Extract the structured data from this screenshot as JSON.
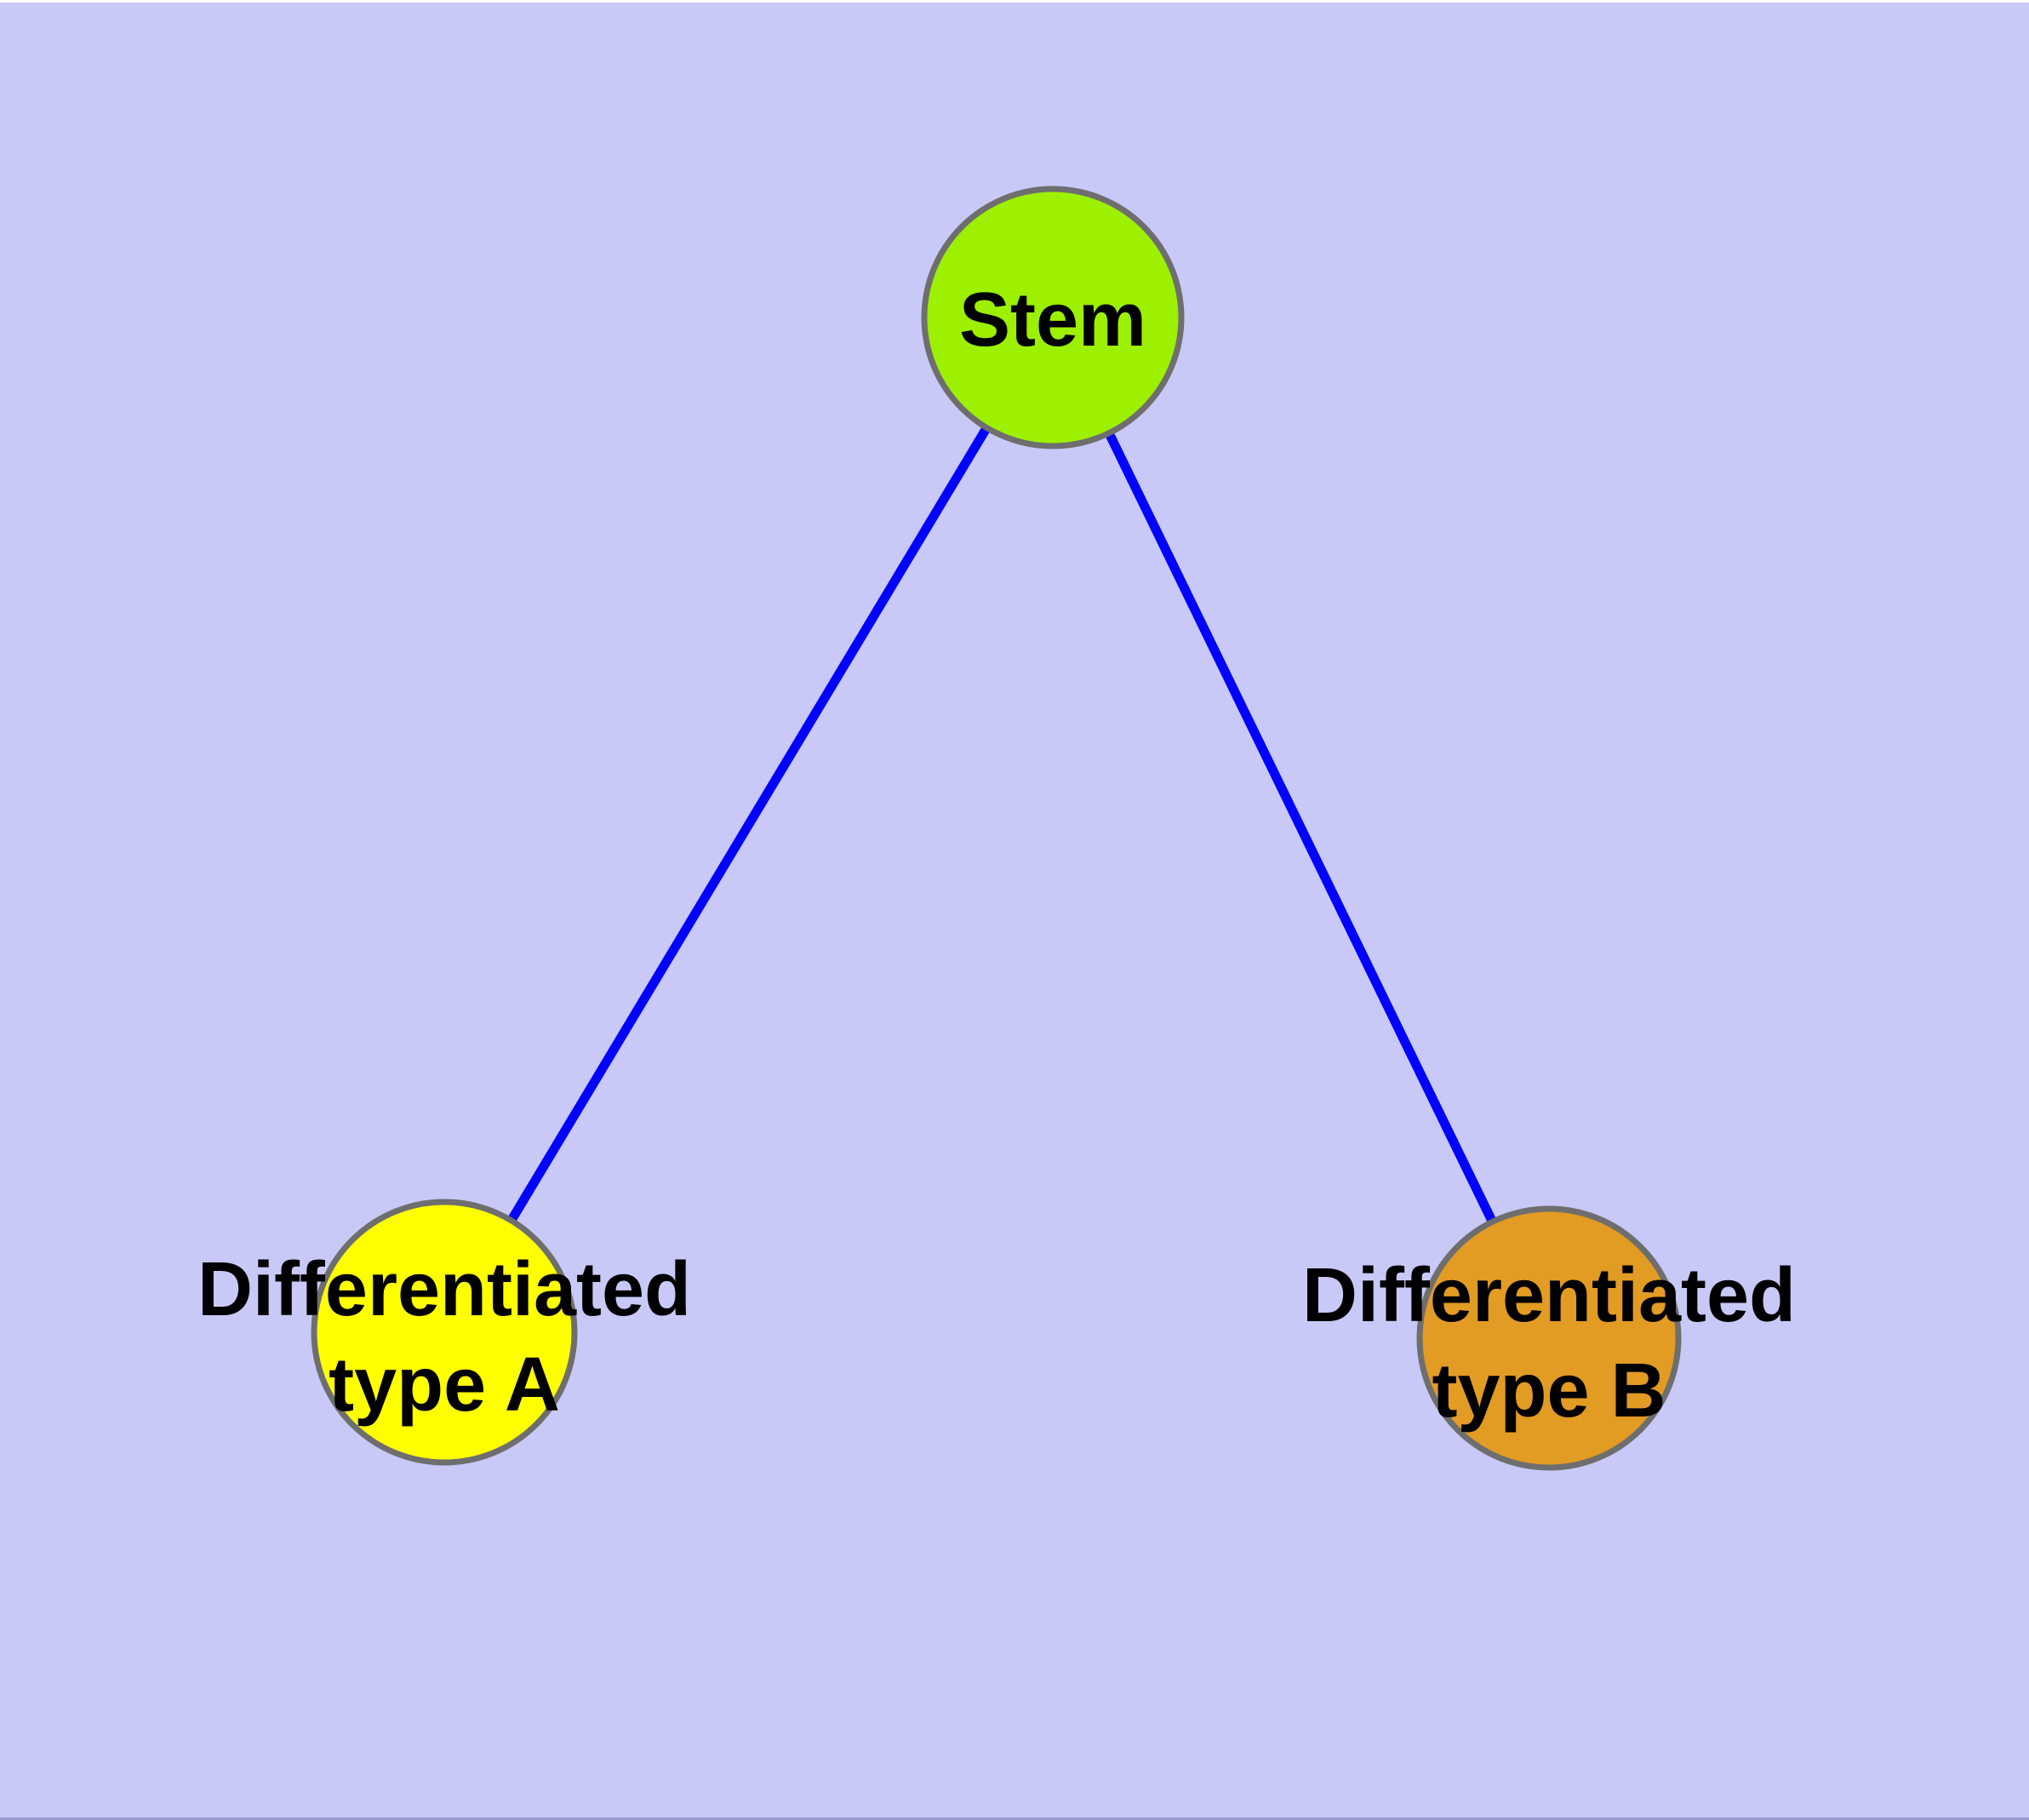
{
  "diagram": {
    "type": "node-link-graph",
    "background_color": "#C9C9F8",
    "top_strip_color": "#FFFFFF",
    "bottom_edge_color": "#9A9AD2",
    "edge_color": "#0000FF",
    "node_border_color": "#6E6E6E",
    "label_color": "#000000",
    "nodes": [
      {
        "id": "stem",
        "label": "Stem",
        "lines": [
          "Stem"
        ],
        "fill_color": "#9CF000"
      },
      {
        "id": "differentiated-type-a",
        "label": "Differentiated type A",
        "lines": [
          "Differentiated",
          "type A"
        ],
        "fill_color": "#FFFF00"
      },
      {
        "id": "differentiated-type-b",
        "label": "Differentiated type B",
        "lines": [
          "Differentiated",
          "type B"
        ],
        "fill_color": "#E29B23"
      }
    ],
    "edges": [
      {
        "from": "Stem",
        "to": "Differentiated type A"
      },
      {
        "from": "Stem",
        "to": "Differentiated type B"
      }
    ]
  }
}
